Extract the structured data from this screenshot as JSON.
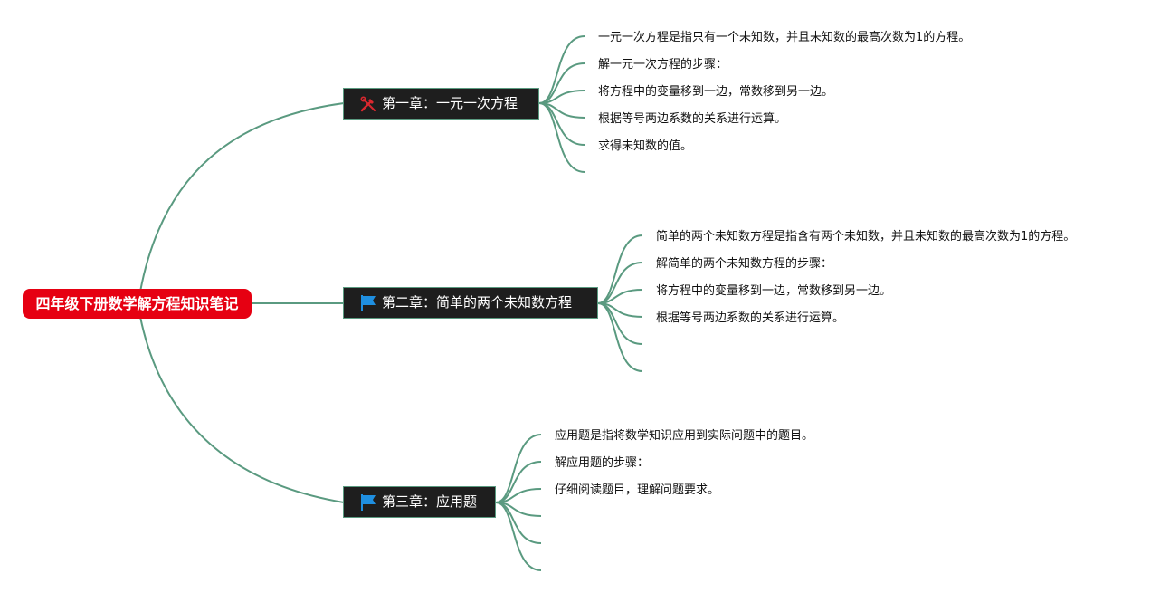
{
  "colors": {
    "root_bg": "#e60012",
    "chapter_bg": "#1e1e1e",
    "link": "#5a9a80",
    "icon_red": "#d9282f",
    "icon_blue": "#1f8fe0"
  },
  "root": {
    "label": "四年级下册数学解方程知识笔记"
  },
  "chapters": [
    {
      "label": "第一章：一元一次方程",
      "icon": "tools-icon",
      "items": [
        "一元一次方程是指只有一个未知数，并且未知数的最高次数为1的方程。",
        "解一元一次方程的步骤：",
        "将方程中的变量移到一边，常数移到另一边。",
        "根据等号两边系数的关系进行运算。",
        "求得未知数的值。",
        ""
      ]
    },
    {
      "label": "第二章：简单的两个未知数方程",
      "icon": "flag-icon",
      "items": [
        "简单的两个未知数方程是指含有两个未知数，并且未知数的最高次数为1的方程。",
        "解简单的两个未知数方程的步骤：",
        "将方程中的变量移到一边，常数移到另一边。",
        "根据等号两边系数的关系进行运算。",
        "",
        ""
      ]
    },
    {
      "label": "第三章：应用题",
      "icon": "flag-icon",
      "items": [
        "应用题是指将数学知识应用到实际问题中的题目。",
        "解应用题的步骤：",
        "仔细阅读题目，理解问题要求。",
        "",
        "",
        ""
      ]
    }
  ]
}
